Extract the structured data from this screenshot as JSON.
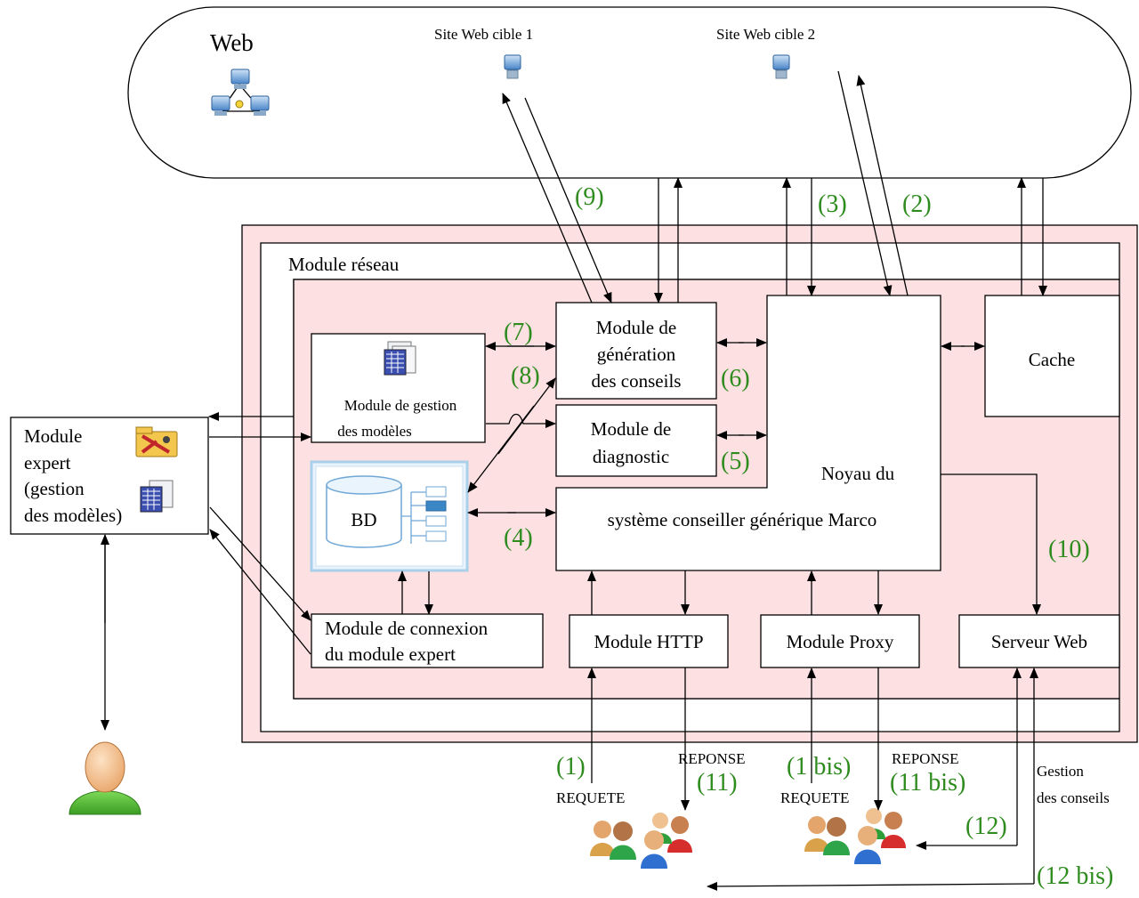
{
  "web": {
    "title": "Web",
    "site1": "Site Web cible 1",
    "site2": "Site Web cible 2"
  },
  "network_module": {
    "title": "Module réseau"
  },
  "modules": {
    "generation": [
      "Module de",
      "génération",
      "des conseils"
    ],
    "diagnostic": [
      "Module de",
      "diagnostic"
    ],
    "model_management": [
      "Module de gestion",
      "des modèles"
    ],
    "core": [
      "Noyau du",
      "système conseiller générique Marco"
    ],
    "cache": "Cache",
    "database": "BD",
    "expert_connection": [
      "Module de connexion",
      "du module expert"
    ],
    "http": "Module HTTP",
    "proxy": "Module Proxy",
    "web_server": "Serveur Web",
    "expert": [
      "Module",
      "expert",
      "(gestion",
      "des modèles)"
    ]
  },
  "flow_labels": {
    "f1": "(1)",
    "f1bis": "(1 bis)",
    "f2": "(2)",
    "f3": "(3)",
    "f4": "(4)",
    "f5": "(5)",
    "f6": "(6)",
    "f7": "(7)",
    "f8": "(8)",
    "f9": "(9)",
    "f10": "(10)",
    "f11": "(11)",
    "f11bis": "(11 bis)",
    "f12": "(12)",
    "f12bis": "(12 bis)"
  },
  "io_labels": {
    "request": "REQUETE",
    "response": "REPONSE",
    "advice_management": [
      "Gestion",
      "des conseils"
    ]
  },
  "colors": {
    "flow_number": "#2e8b1e",
    "module_background": "#fde0e2",
    "database_border": "#a9d1ec"
  }
}
